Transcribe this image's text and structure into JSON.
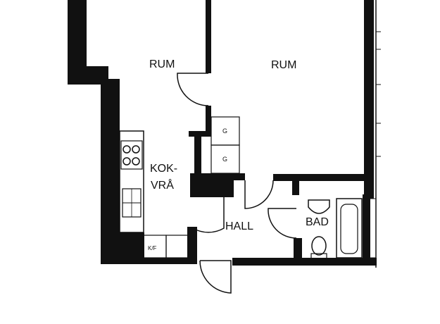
{
  "plan": {
    "rooms": {
      "rum_left": "RUM",
      "rum_right": "RUM",
      "kok_line1": "KOK-",
      "kok_line2": "VRÅ",
      "hall": "HALL",
      "bad": "BAD"
    },
    "fixtures": {
      "cabinet_top": "G",
      "cabinet_bottom": "G",
      "fridge_freezer": "K/F"
    },
    "colors": {
      "wall": "#111111",
      "background": "#ffffff"
    }
  }
}
